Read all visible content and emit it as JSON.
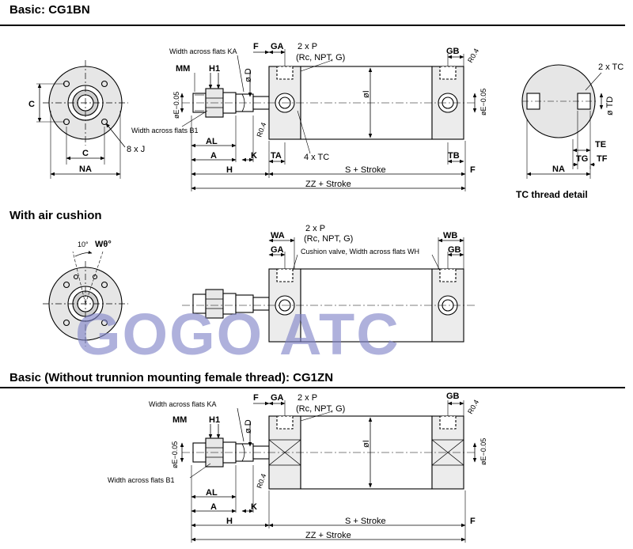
{
  "sections": {
    "basic": {
      "title": "Basic: CG1BN",
      "front": {
        "c": "C",
        "c2": "C",
        "na": "NA",
        "holes": "8 x J"
      },
      "side": {
        "waf_ka": "Width across flats KA",
        "mm": "MM",
        "h1": "H1",
        "d": "ø D",
        "e": "øE−0.05",
        "waf_b1": "Width across flats B1",
        "al": "AL",
        "a": "A",
        "h": "H",
        "k": "K",
        "r": "R0.4",
        "f": "F",
        "ga": "GA",
        "p": "2 x P",
        "thread": "(Rc, NPT, G)",
        "i": "øI",
        "gb": "GB",
        "r2": "R0.4",
        "e2": "øE−0.05",
        "ta": "TA",
        "tc4": "4 x TC",
        "tb": "TB",
        "s": "S + Stroke",
        "f2": "F",
        "zz": "ZZ + Stroke"
      },
      "detail": {
        "tc": "2 x TC",
        "td": "ø TD",
        "te": "TE",
        "tg": "TG",
        "tf": "TF",
        "na": "NA",
        "caption": "TC thread detail"
      }
    },
    "cushion": {
      "title": "With air cushion",
      "front": {
        "ten": "10°",
        "w": "Wθ°"
      },
      "side": {
        "wa": "WA",
        "ga": "GA",
        "p": "2 x P",
        "thread": "(Rc, NPT, G)",
        "valve": "Cushion valve, Width across flats WH",
        "wb": "WB",
        "gb": "GB"
      }
    },
    "zn": {
      "title": "Basic (Without trunnion mounting female thread): CG1ZN",
      "side": {
        "waf_ka": "Width across flats KA",
        "mm": "MM",
        "h1": "H1",
        "d": "ø D",
        "e": "øE−0.05",
        "waf_b1": "Width across flats B1",
        "al": "AL",
        "a": "A",
        "h": "H",
        "k": "K",
        "r": "R0.4",
        "f": "F",
        "ga": "GA",
        "p": "2 x P",
        "thread": "(Rc, NPT, G)",
        "i": "øI",
        "gb": "GB",
        "r2": "R0.4",
        "e2": "øE−0.05",
        "s": "S + Stroke",
        "f2": "F",
        "zz": "ZZ + Stroke"
      }
    }
  },
  "watermark": "GOGO ATC"
}
